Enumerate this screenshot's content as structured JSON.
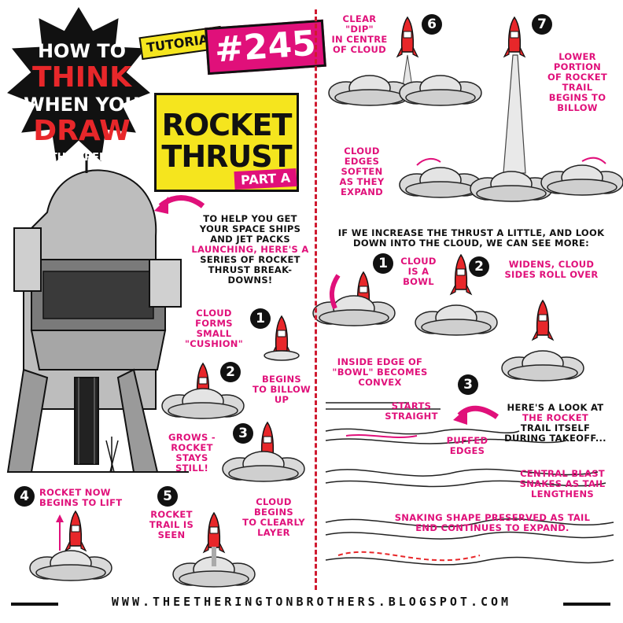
{
  "logo": {
    "line1": "HOW TO",
    "line2": "THINK",
    "line3": "WHEN YOU",
    "line4": "DRAW",
    "line5": "WITH LORENZO!"
  },
  "tutorial": {
    "tag": "TUTORIAL",
    "number": "#245"
  },
  "title": {
    "line1": "ROCKET",
    "line2": "THRUST",
    "part": "PART A"
  },
  "intro": {
    "l1": "TO HELP YOU GET",
    "l2": "YOUR SPACE SHIPS",
    "l3": "AND JET PACKS",
    "l4": "LAUNCHING, HERE'S A",
    "l5": "SERIES OF ROCKET",
    "l6": "THRUST BREAK-",
    "l7": "DOWNS!"
  },
  "left_steps": [
    {
      "num": "1",
      "text": [
        "CLOUD",
        "FORMS",
        "SMALL",
        "\"CUSHION\""
      ]
    },
    {
      "num": "2",
      "text": [
        "BEGINS",
        "TO BILLOW",
        "UP"
      ]
    },
    {
      "num": "3",
      "text": [
        "GROWS -",
        "ROCKET",
        "STAYS",
        "STILL!"
      ]
    },
    {
      "num": "4",
      "text": [
        "ROCKET NOW",
        "BEGINS TO LIFT"
      ]
    },
    {
      "num": "5",
      "text_a": [
        "ROCKET",
        "TRAIL IS",
        "SEEN"
      ],
      "text_b": [
        "CLOUD",
        "BEGINS",
        "TO CLEARLY",
        "LAYER"
      ]
    }
  ],
  "right_top": [
    {
      "num": "6",
      "text": [
        "CLEAR",
        "\"DIP\"",
        "IN CENTRE",
        "OF CLOUD"
      ]
    },
    {
      "num": "7",
      "text": [
        "LOWER",
        "PORTION",
        "OF ROCKET",
        "TRAIL",
        "BEGINS TO",
        "BILLOW"
      ]
    }
  ],
  "cloud_edges": [
    "CLOUD",
    "EDGES",
    "SOFTEN",
    "AS THEY",
    "EXPAND"
  ],
  "increase": {
    "l1": "IF WE INCREASE THE THRUST A LITTLE, AND LOOK",
    "l2": "DOWN INTO THE CLOUD, WE CAN SEE MORE:"
  },
  "right_mid": [
    {
      "num": "1",
      "text": [
        "CLOUD",
        "IS A",
        "BOWL"
      ]
    },
    {
      "num": "2",
      "text": [
        "WIDENS, CLOUD",
        "SIDES ROLL OVER"
      ]
    }
  ],
  "inside_edge": [
    "INSIDE EDGE OF",
    "\"BOWL\" BECOMES",
    "CONVEX"
  ],
  "trail": {
    "num": "3",
    "heres": [
      "HERE'S A LOOK AT",
      "THE ROCKET",
      "TRAIL ITSELF",
      "DURING TAKEOFF..."
    ],
    "starts": "STARTS STRAIGHT",
    "puffed": [
      "PUFFED",
      "EDGES"
    ],
    "central": [
      "CENTRAL BLAST",
      "SNAKES AS TAIL",
      "LENGTHENS"
    ],
    "snaking": [
      "SNAKING SHAPE PRESERVED AS TAIL",
      "END CONTINUES TO EXPAND."
    ]
  },
  "footer": "WWW.THEETHERINGTONBROTHERS.BLOGSPOT.COM",
  "colors": {
    "magenta": "#e0107a",
    "red": "#e8272a",
    "yellow": "#f5e51e",
    "ink": "#111111"
  }
}
